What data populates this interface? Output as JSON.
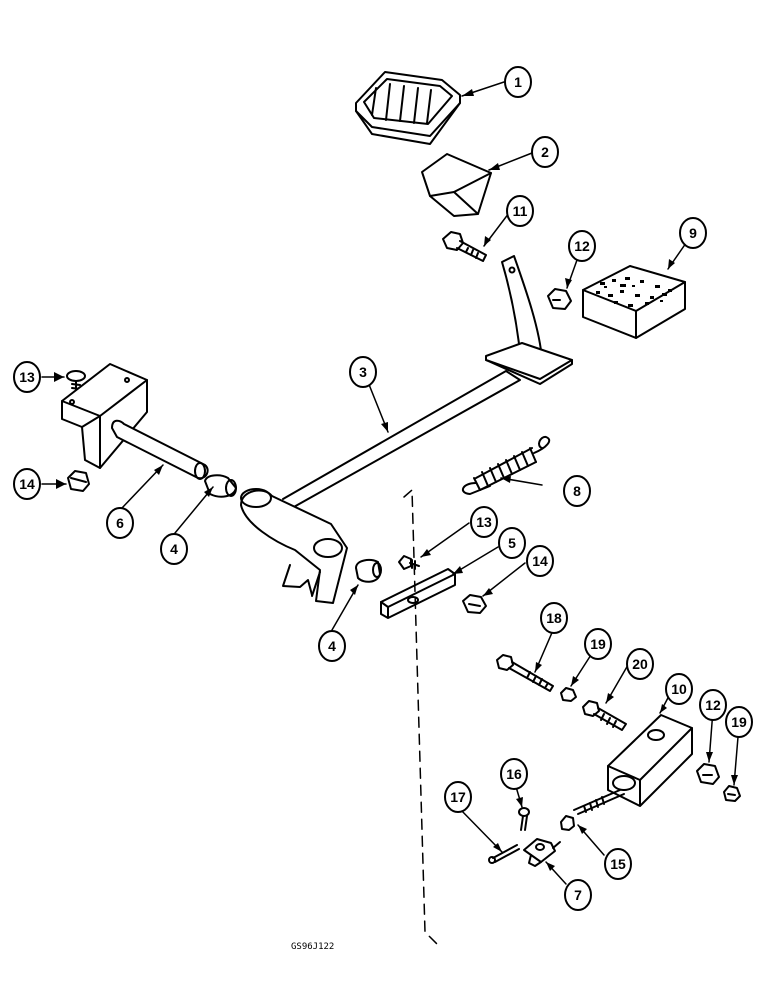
{
  "diagram": {
    "reference_code": "GS96J122",
    "callouts": [
      "1",
      "2",
      "11",
      "12",
      "9",
      "3",
      "13",
      "14",
      "6",
      "4",
      "8",
      "13",
      "5",
      "14",
      "4",
      "18",
      "19",
      "20",
      "10",
      "12",
      "19",
      "16",
      "17",
      "15",
      "7"
    ]
  }
}
